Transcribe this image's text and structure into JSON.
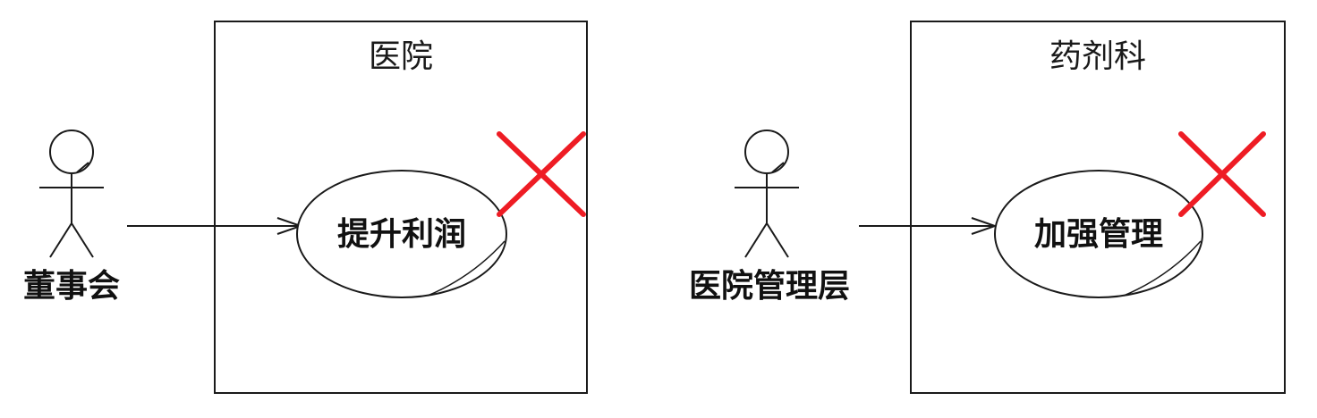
{
  "diagrams": [
    {
      "boundary_title": "医院",
      "actor_name": "董事会",
      "use_case": "提升利润",
      "rejected": true
    },
    {
      "boundary_title": "药剂科",
      "actor_name": "医院管理层",
      "use_case": "加强管理",
      "rejected": true
    }
  ],
  "colors": {
    "line": "#1a1a1a",
    "reject_mark": "#ee1c24",
    "background": "#ffffff"
  },
  "icons": {
    "actor": "stick-figure-icon",
    "reject": "red-cross-icon"
  }
}
